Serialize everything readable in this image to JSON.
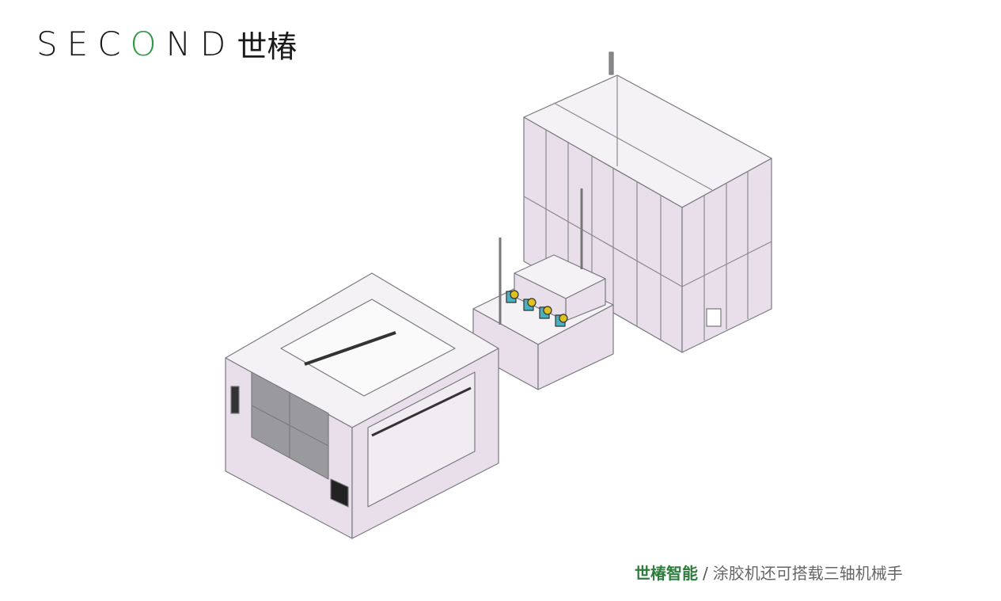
{
  "logo": {
    "latin_prefix": "SEC",
    "latin_o": "O",
    "latin_suffix": "ND",
    "chinese": "世椿"
  },
  "caption": {
    "brand": "世椿智能",
    "separator": "/",
    "text": "涂胶机还可搭载三轴机械手"
  },
  "colors": {
    "brand_green": "#2f9a45",
    "caption_green": "#2e7d3e",
    "panel_fill": "#e8dfeb",
    "frame_line": "#7a7a80"
  }
}
